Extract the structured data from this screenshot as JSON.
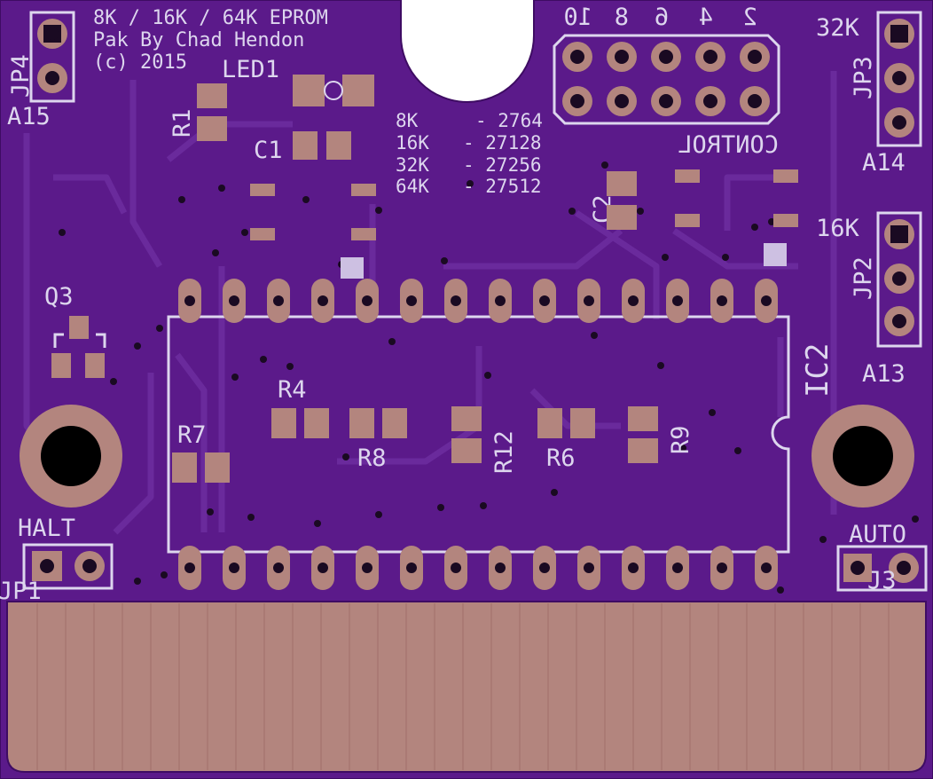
{
  "board": {
    "title_line1": "8K / 16K / 64K  EPROM",
    "title_line2": "Pak By Chad Hendon",
    "title_line3": "(c) 2015",
    "colors": {
      "pcb": "#5b1a8a",
      "pcb_edge": "#3e0c63",
      "pad": "#b3857e",
      "silk": "#ddd6ee",
      "edge_connector": "#b3857e"
    }
  },
  "table": {
    "rows": [
      {
        "size": "8K",
        "part": "- 2764"
      },
      {
        "size": "16K",
        "part": "- 27128"
      },
      {
        "size": "32K",
        "part": "- 27256"
      },
      {
        "size": "64K",
        "part": "- 27512"
      }
    ]
  },
  "control": {
    "label": "CONTROL",
    "pin_numbers": [
      "10",
      "8",
      "6",
      "4",
      "2"
    ]
  },
  "labels": {
    "jp4": "JP4",
    "a15": "A15",
    "r1": "R1",
    "led1": "LED1",
    "c1": "C1",
    "c2": "C2",
    "q3": "Q3",
    "r4": "R4",
    "r7": "R7",
    "r8": "R8",
    "r12": "R12",
    "r6": "R6",
    "r9": "R9",
    "ic2": "IC2",
    "jp3": "JP3",
    "k32": "32K",
    "a14": "A14",
    "jp2": "JP2",
    "k16": "16K",
    "a13": "A13",
    "halt": "HALT",
    "jp1": "JP1",
    "auto": "AUTO",
    "j3": "J3"
  }
}
